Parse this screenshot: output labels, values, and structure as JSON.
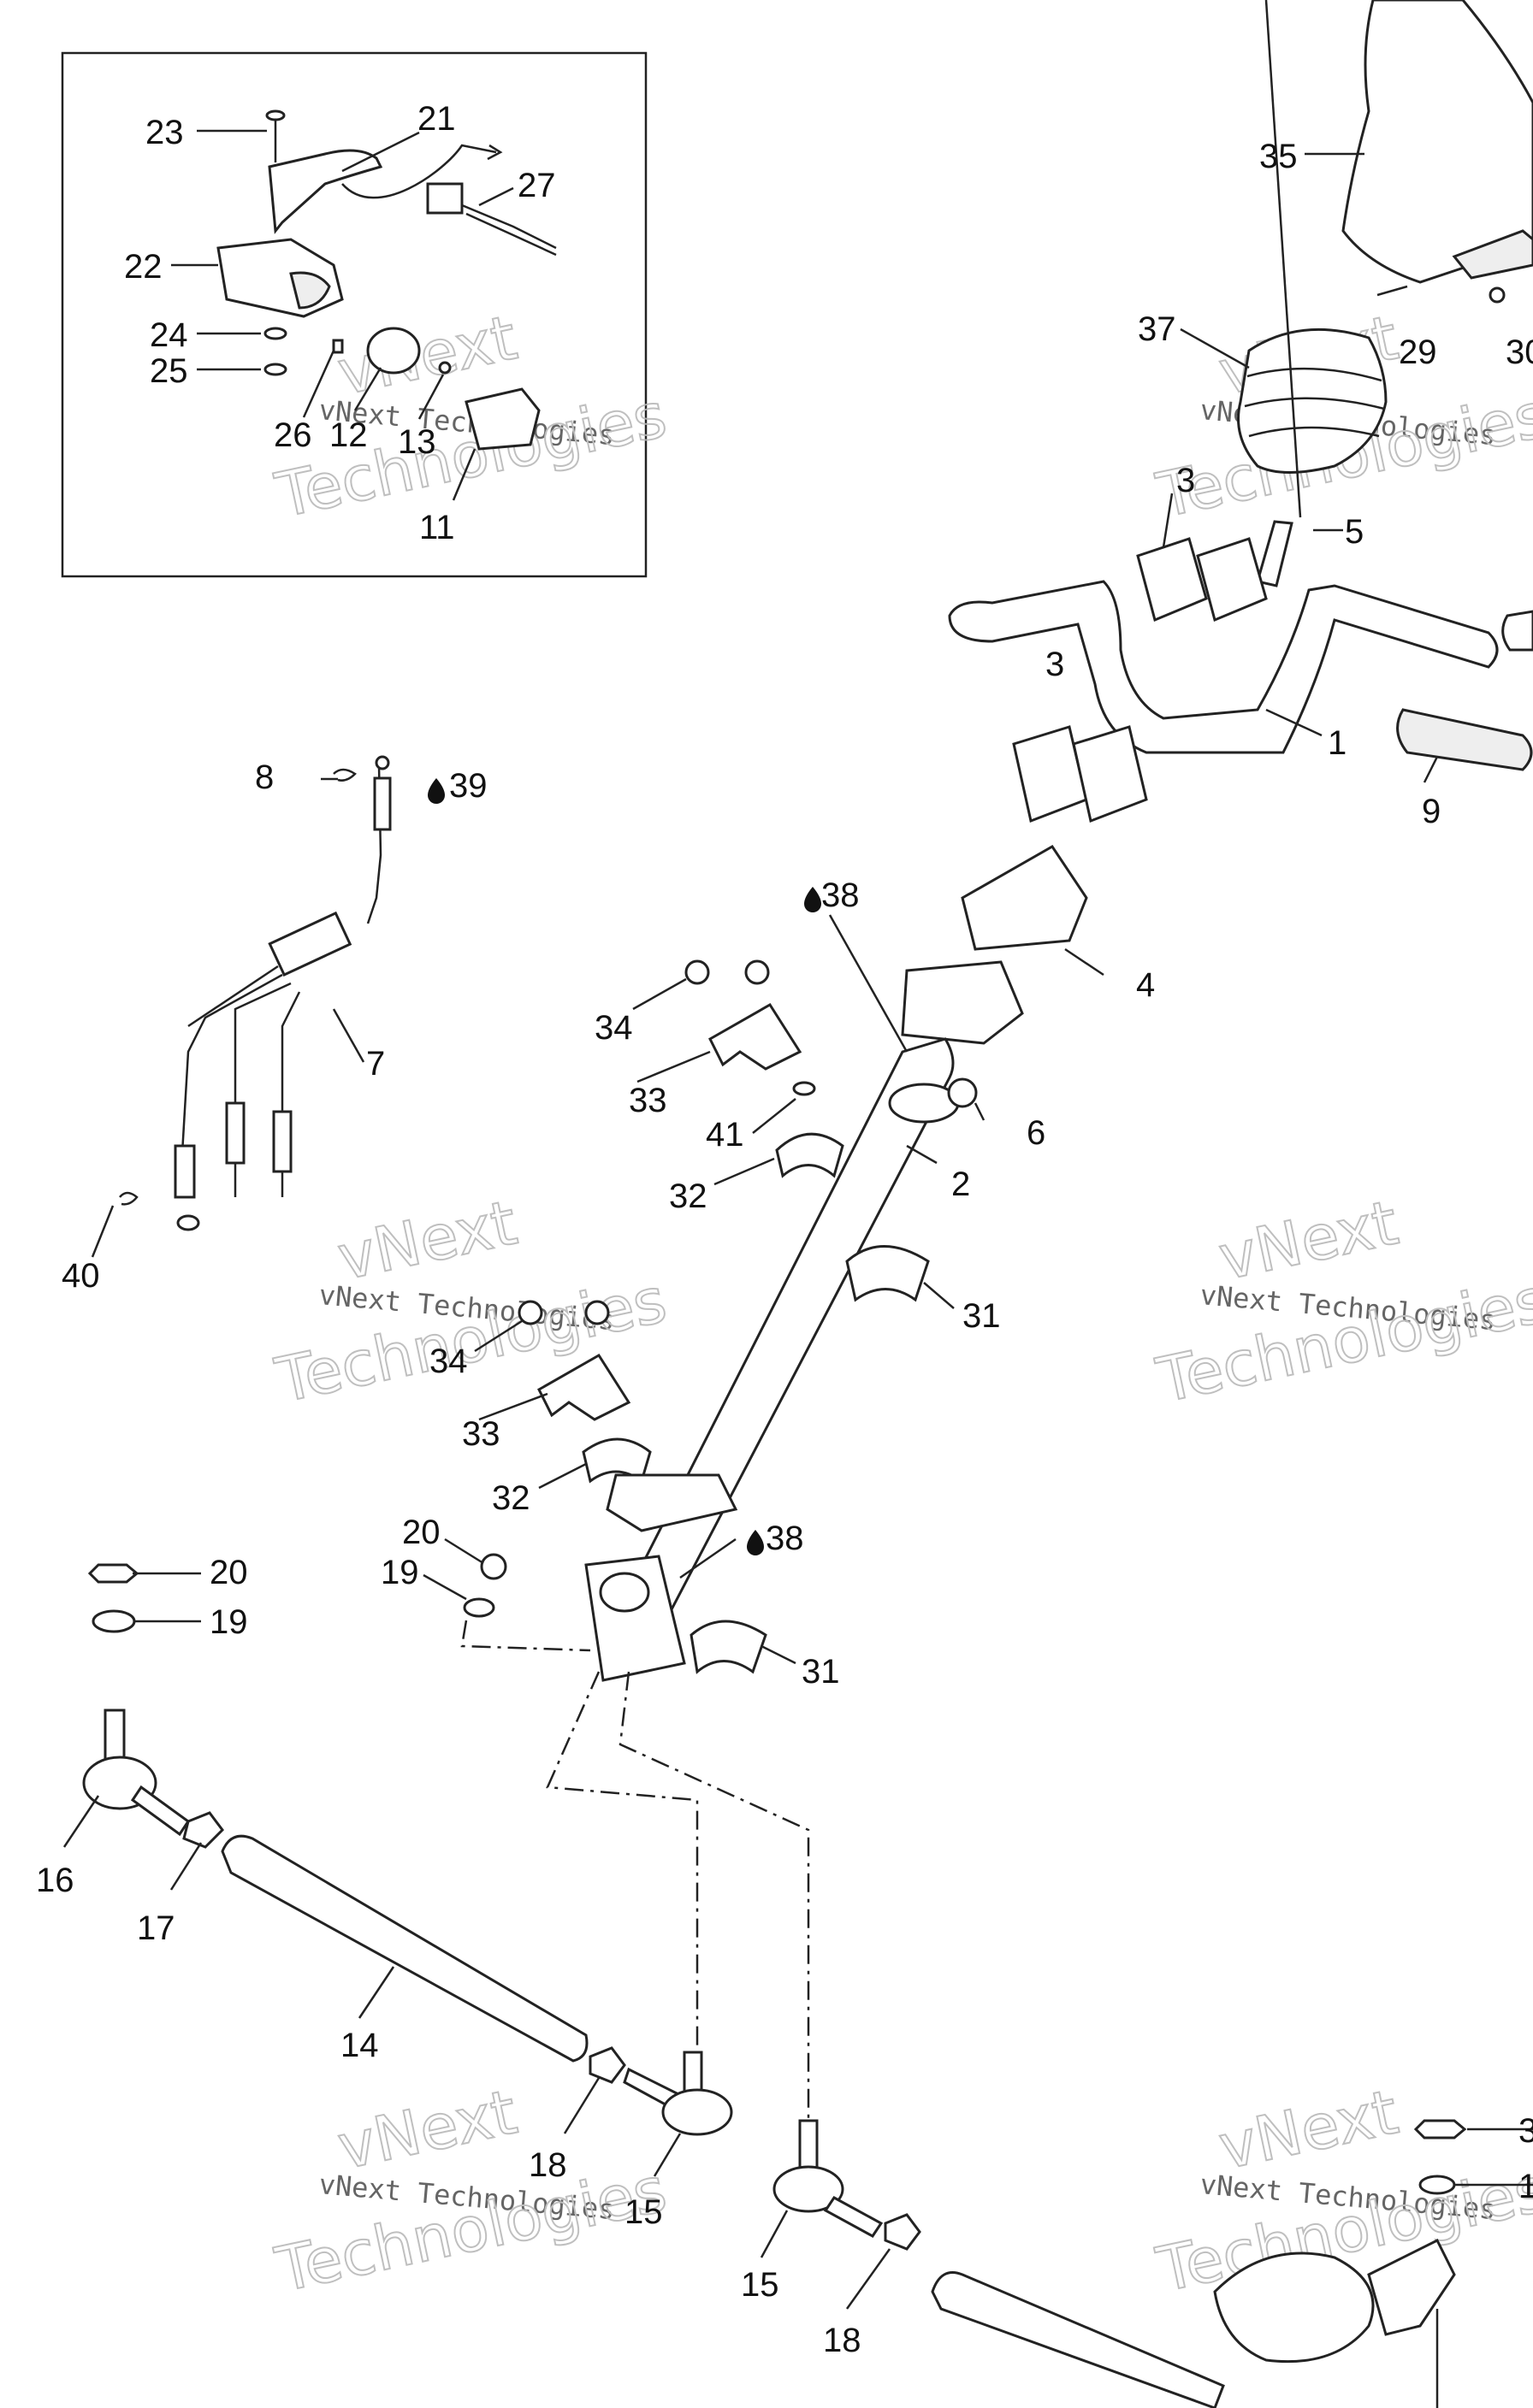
{
  "callouts": {
    "c23": "23",
    "c21": "21",
    "c27": "27",
    "c22": "22",
    "c24": "24",
    "c25": "25",
    "c26": "26",
    "c12": "12",
    "c13": "13",
    "c11": "11",
    "c35": "35",
    "c37": "37",
    "c29": "29",
    "c30": "30",
    "c3a": "3",
    "c5": "5",
    "c3b": "3",
    "c1": "1",
    "c9": "9",
    "c8": "8",
    "c39": "39",
    "c7": "7",
    "c38a": "38",
    "c4": "4",
    "c34a": "34",
    "c33a": "33",
    "c41": "41",
    "c6": "6",
    "c32a": "32",
    "c2": "2",
    "c40": "40",
    "c31a": "31",
    "c34b": "34",
    "c33b": "33",
    "c32b": "32",
    "c38b": "38",
    "c20a": "20",
    "c19a": "19",
    "c20b": "20",
    "c19b": "19",
    "c31b": "31",
    "c16": "16",
    "c17": "17",
    "c14": "14",
    "c18a": "18",
    "c15a": "15",
    "c15b": "15",
    "c18b": "18",
    "c36": "3",
    "c10": "1"
  },
  "watermark": {
    "brand": "vNext",
    "company": "vNext Technologies",
    "outline": "Technologies"
  }
}
